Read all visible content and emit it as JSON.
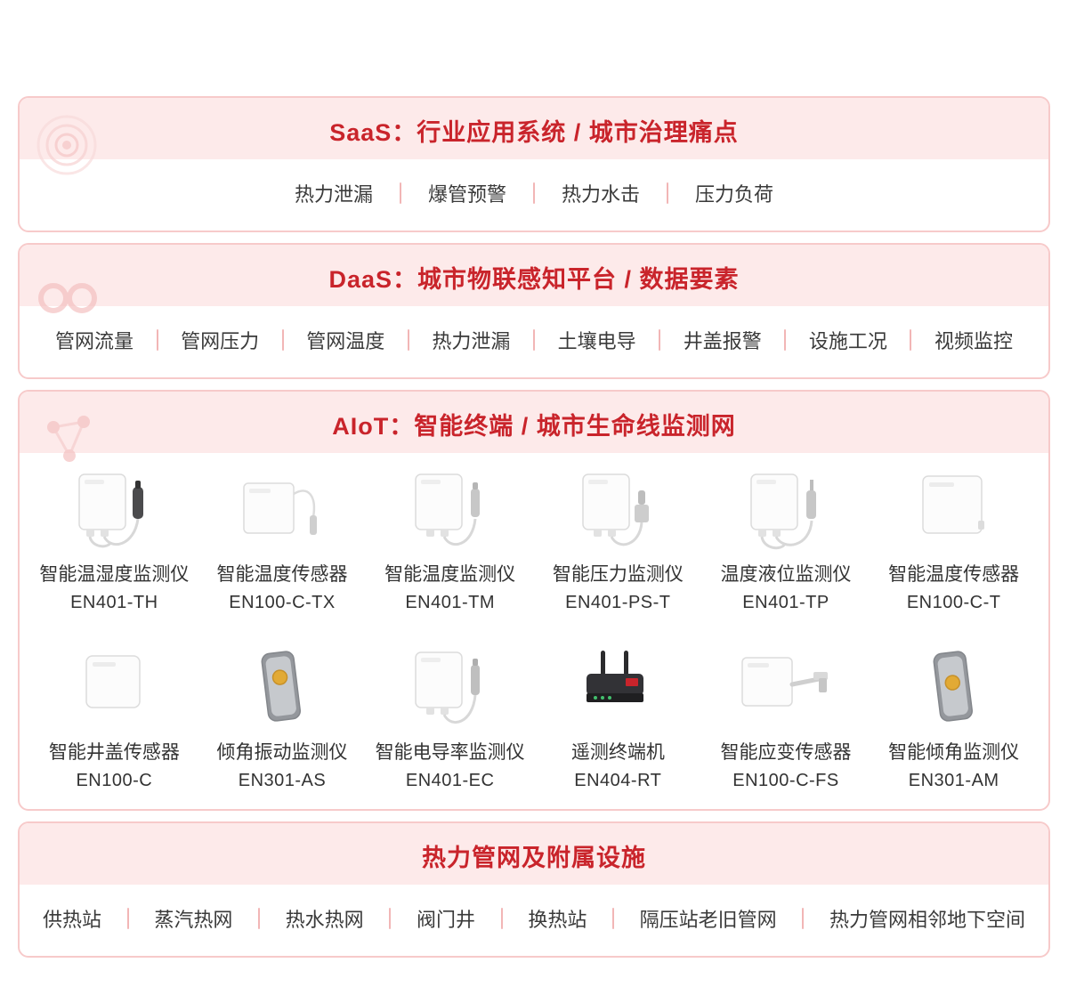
{
  "saas": {
    "title": "SaaS：行业应用系统 / 城市治理痛点",
    "items": [
      "热力泄漏",
      "爆管预警",
      "热力水击",
      "压力负荷"
    ]
  },
  "daas": {
    "title": "DaaS：城市物联感知平台 / 数据要素",
    "items": [
      "管网流量",
      "管网压力",
      "管网温度",
      "热力泄漏",
      "土壤电导",
      "井盖报警",
      "设施工况",
      "视频监控"
    ]
  },
  "aiot": {
    "title": "AIoT：智能终端 / 城市生命线监测网",
    "row1": [
      {
        "name": "智能温湿度监测仪",
        "model": "EN401-TH"
      },
      {
        "name": "智能温度传感器",
        "model": "EN100-C-TX"
      },
      {
        "name": "智能温度监测仪",
        "model": "EN401-TM"
      },
      {
        "name": "智能压力监测仪",
        "model": "EN401-PS-T"
      },
      {
        "name": "温度液位监测仪",
        "model": "EN401-TP"
      },
      {
        "name": "智能温度传感器",
        "model": "EN100-C-T"
      }
    ],
    "row2": [
      {
        "name": "智能井盖传感器",
        "model": "EN100-C"
      },
      {
        "name": "倾角振动监测仪",
        "model": "EN301-AS"
      },
      {
        "name": "智能电导率监测仪",
        "model": "EN401-EC"
      },
      {
        "name": "遥测终端机",
        "model": "EN404-RT"
      },
      {
        "name": "智能应变传感器",
        "model": "EN100-C-FS"
      },
      {
        "name": "智能倾角监测仪",
        "model": "EN301-AM"
      }
    ]
  },
  "infra": {
    "title": "热力管网及附属设施",
    "items": [
      "供热站",
      "蒸汽热网",
      "热水热网",
      "阀门井",
      "换热站",
      "隔压站老旧管网",
      "热力管网相邻地下空间"
    ]
  },
  "colors": {
    "accent": "#c9242b",
    "band": "#fdeaea",
    "border": "#f7caca",
    "divider": "#f2b6b6"
  }
}
